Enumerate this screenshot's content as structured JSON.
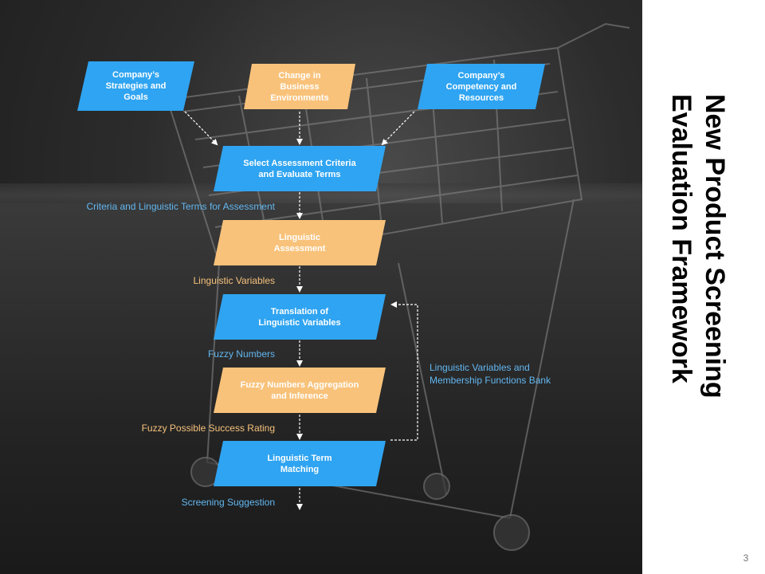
{
  "slide": {
    "title": "New Product Screening\nEvaluation Framework",
    "page_number": "3"
  },
  "colors": {
    "blue": "#2fa4f2",
    "orange": "#f9c27a",
    "label_blue": "#62b7f1",
    "label_orange": "#f6c27c"
  },
  "flow": {
    "boxes": {
      "strategies": "Company’s\nStrategies and\nGoals",
      "change": "Change in\nBusiness\nEnvironments",
      "competency": "Company’s\nCompetency  and\nResources",
      "select": "Select Assessment Criteria\nand Evaluate Terms",
      "linguistic_assessment": "Linguistic\nAssessment",
      "translation": "Translation of\nLinguistic Variables",
      "aggregation": "Fuzzy  Numbers Aggregation\nand Inference",
      "matching": "Linguistic Term\nMatching"
    },
    "labels": {
      "criteria": "Criteria  and Linguistic Terms for Assessment",
      "ling_vars": "Linguistic Variables",
      "fuzzy_numbers": "Fuzzy Numbers",
      "fuzzy_rating": "Fuzzy Possible Success Rating",
      "screening": "Screening Suggestion",
      "bank": "Linguistic Variables and\nMembership Functions Bank"
    }
  }
}
